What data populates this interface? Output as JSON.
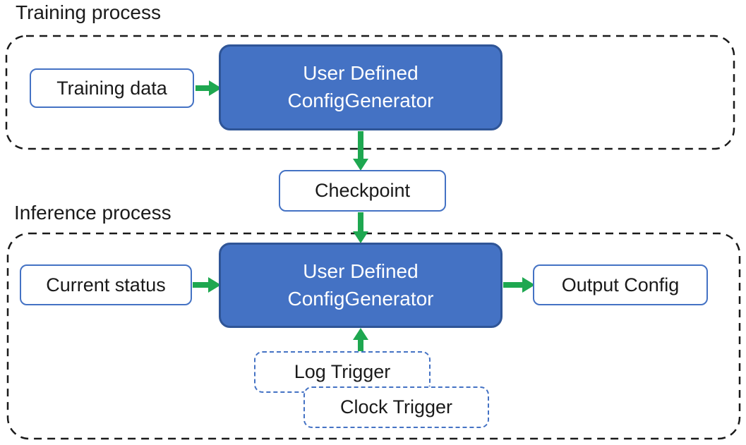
{
  "colors": {
    "node_fill_blue": "#4472C4",
    "node_border_dark_blue": "#2F5597",
    "box_border_blue": "#4472C4",
    "trigger_dash_blue": "#4472C4",
    "arrow_green": "#1EA750",
    "container_dash_black": "#1A1A1A",
    "text_dark": "#1A1A1A",
    "text_on_blue": "#FFFFFF",
    "background": "#FFFFFF"
  },
  "training": {
    "label": "Training process",
    "training_data": "Training data",
    "generator_line1": "User Defined",
    "generator_line2": "ConfigGenerator"
  },
  "checkpoint": {
    "label": "Checkpoint"
  },
  "inference": {
    "label": "Inference process",
    "current_status": "Current status",
    "generator_line1": "User Defined",
    "generator_line2": "ConfigGenerator",
    "output_config": "Output Config",
    "log_trigger": "Log Trigger",
    "clock_trigger": "Clock Trigger"
  }
}
